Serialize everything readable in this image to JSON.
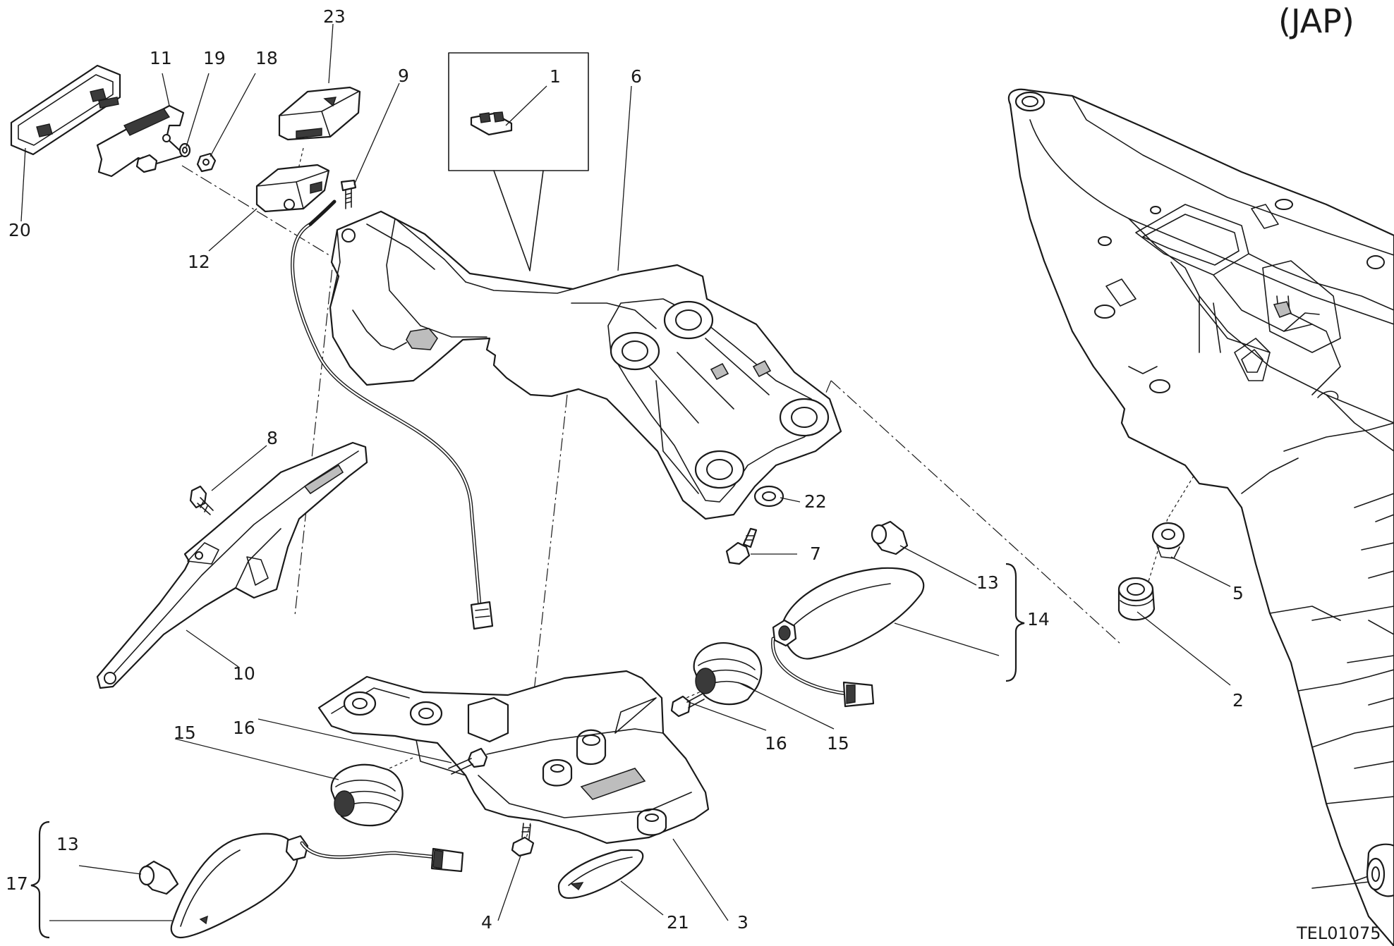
{
  "region_label": "(JAP)",
  "drawing_code": "TEL01075",
  "callouts": {
    "c1": "1",
    "c2": "2",
    "c3": "3",
    "c4": "4",
    "c5": "5",
    "c6": "6",
    "c7": "7",
    "c8": "8",
    "c9": "9",
    "c10": "10",
    "c11": "11",
    "c12": "12",
    "c13a": "13",
    "c13b": "13",
    "c14": "14",
    "c15a": "15",
    "c15b": "15",
    "c16a": "16",
    "c16b": "16",
    "c17": "17",
    "c18": "18",
    "c19": "19",
    "c20": "20",
    "c21": "21",
    "c22": "22",
    "c23": "23"
  }
}
